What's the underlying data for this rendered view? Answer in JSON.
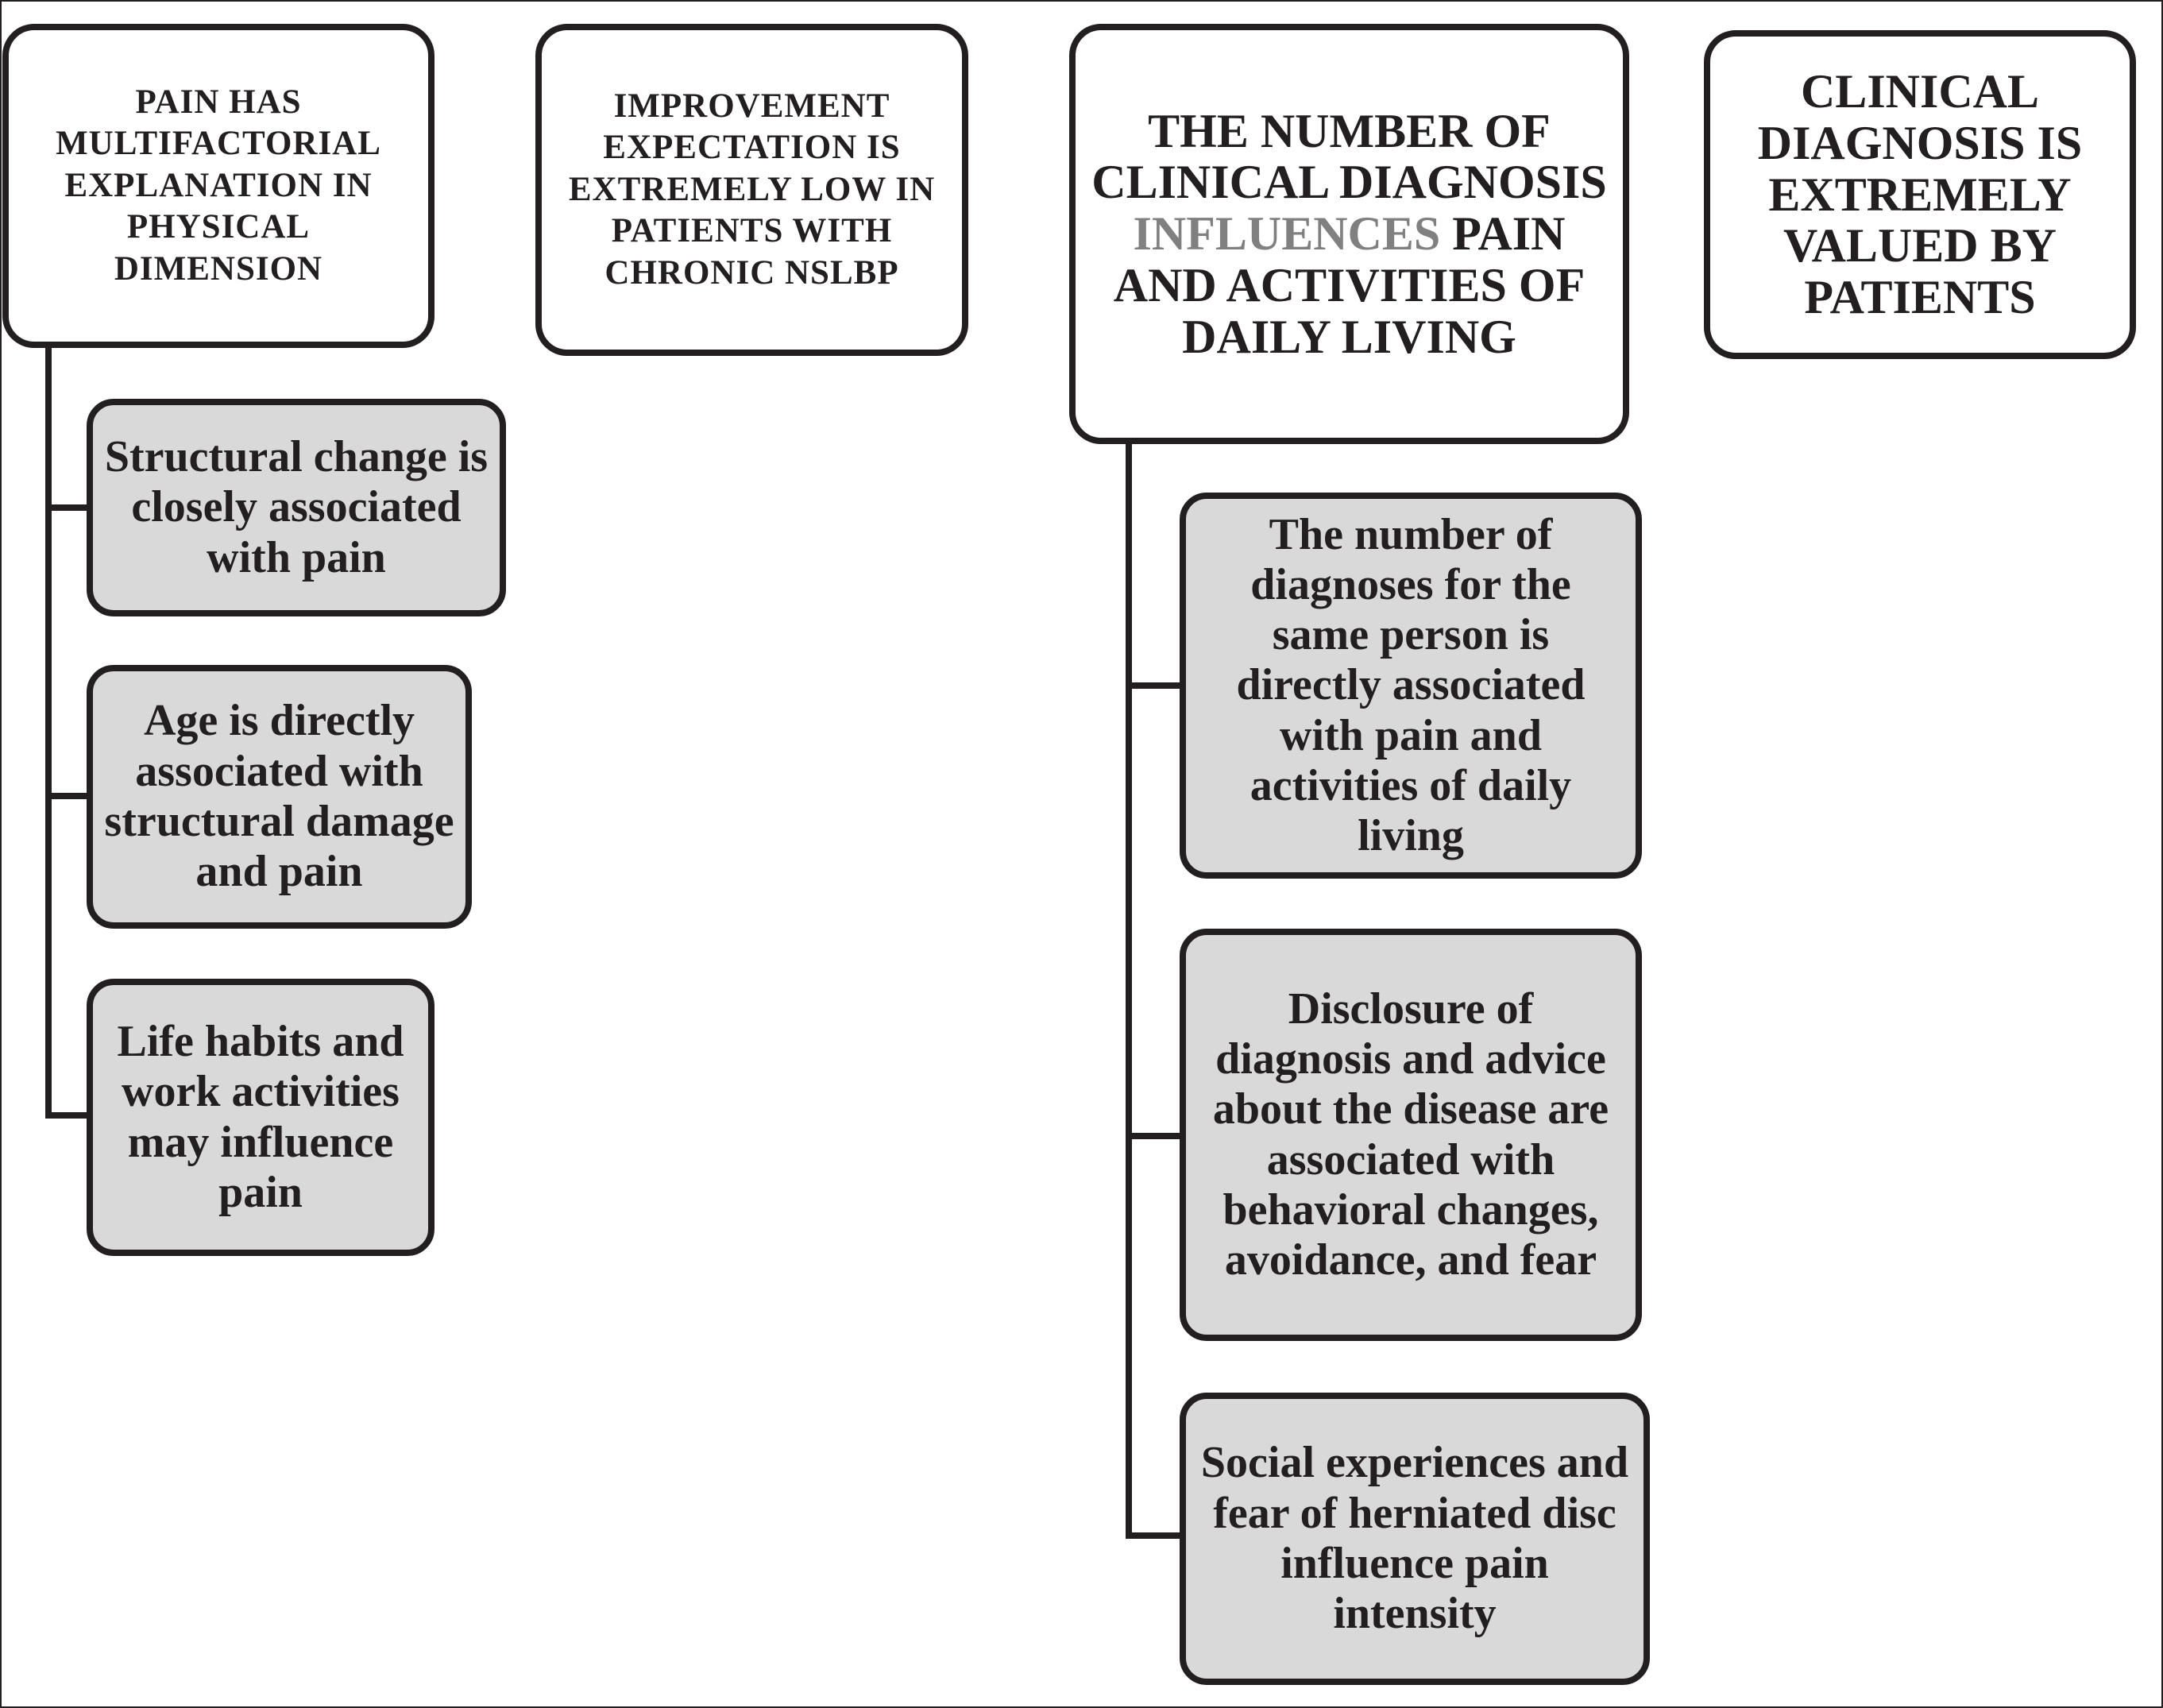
{
  "headings": [
    {
      "text": "PAIN HAS MULTIFACTORIAL EXPLANATION IN PHYSICAL DIMENSION"
    },
    {
      "text": "IMPROVEMENT EXPECTATION IS EXTREMELY LOW IN PATIENTS WITH CHRONIC NSLBP"
    },
    {
      "pre": "THE NUMBER OF CLINICAL DIAGNOSIS",
      "highlight": "INFLUENCES",
      "post": "PAIN AND ACTIVITIES OF DAILY LIVING",
      "highlight_color": "#808080"
    },
    {
      "text": "CLINICAL DIAGNOSIS IS EXTREMELY VALUED BY PATIENTS"
    }
  ],
  "left_children": [
    "Structural change is closely associated with pain",
    "Age is directly associated with structural damage and pain",
    "Life habits and work activities may influence pain"
  ],
  "right_children": [
    "The number of diagnoses for the same person is directly associated with pain and activities of daily living",
    "Disclosure of diagnosis and advice about the disease are associated with behavioral changes, avoidance, and fear",
    "Social experiences and fear of herniated disc influence pain intensity"
  ],
  "colors": {
    "sub_fill": "#d9d9d9",
    "border": "#231f20",
    "highlight": "#808080"
  }
}
